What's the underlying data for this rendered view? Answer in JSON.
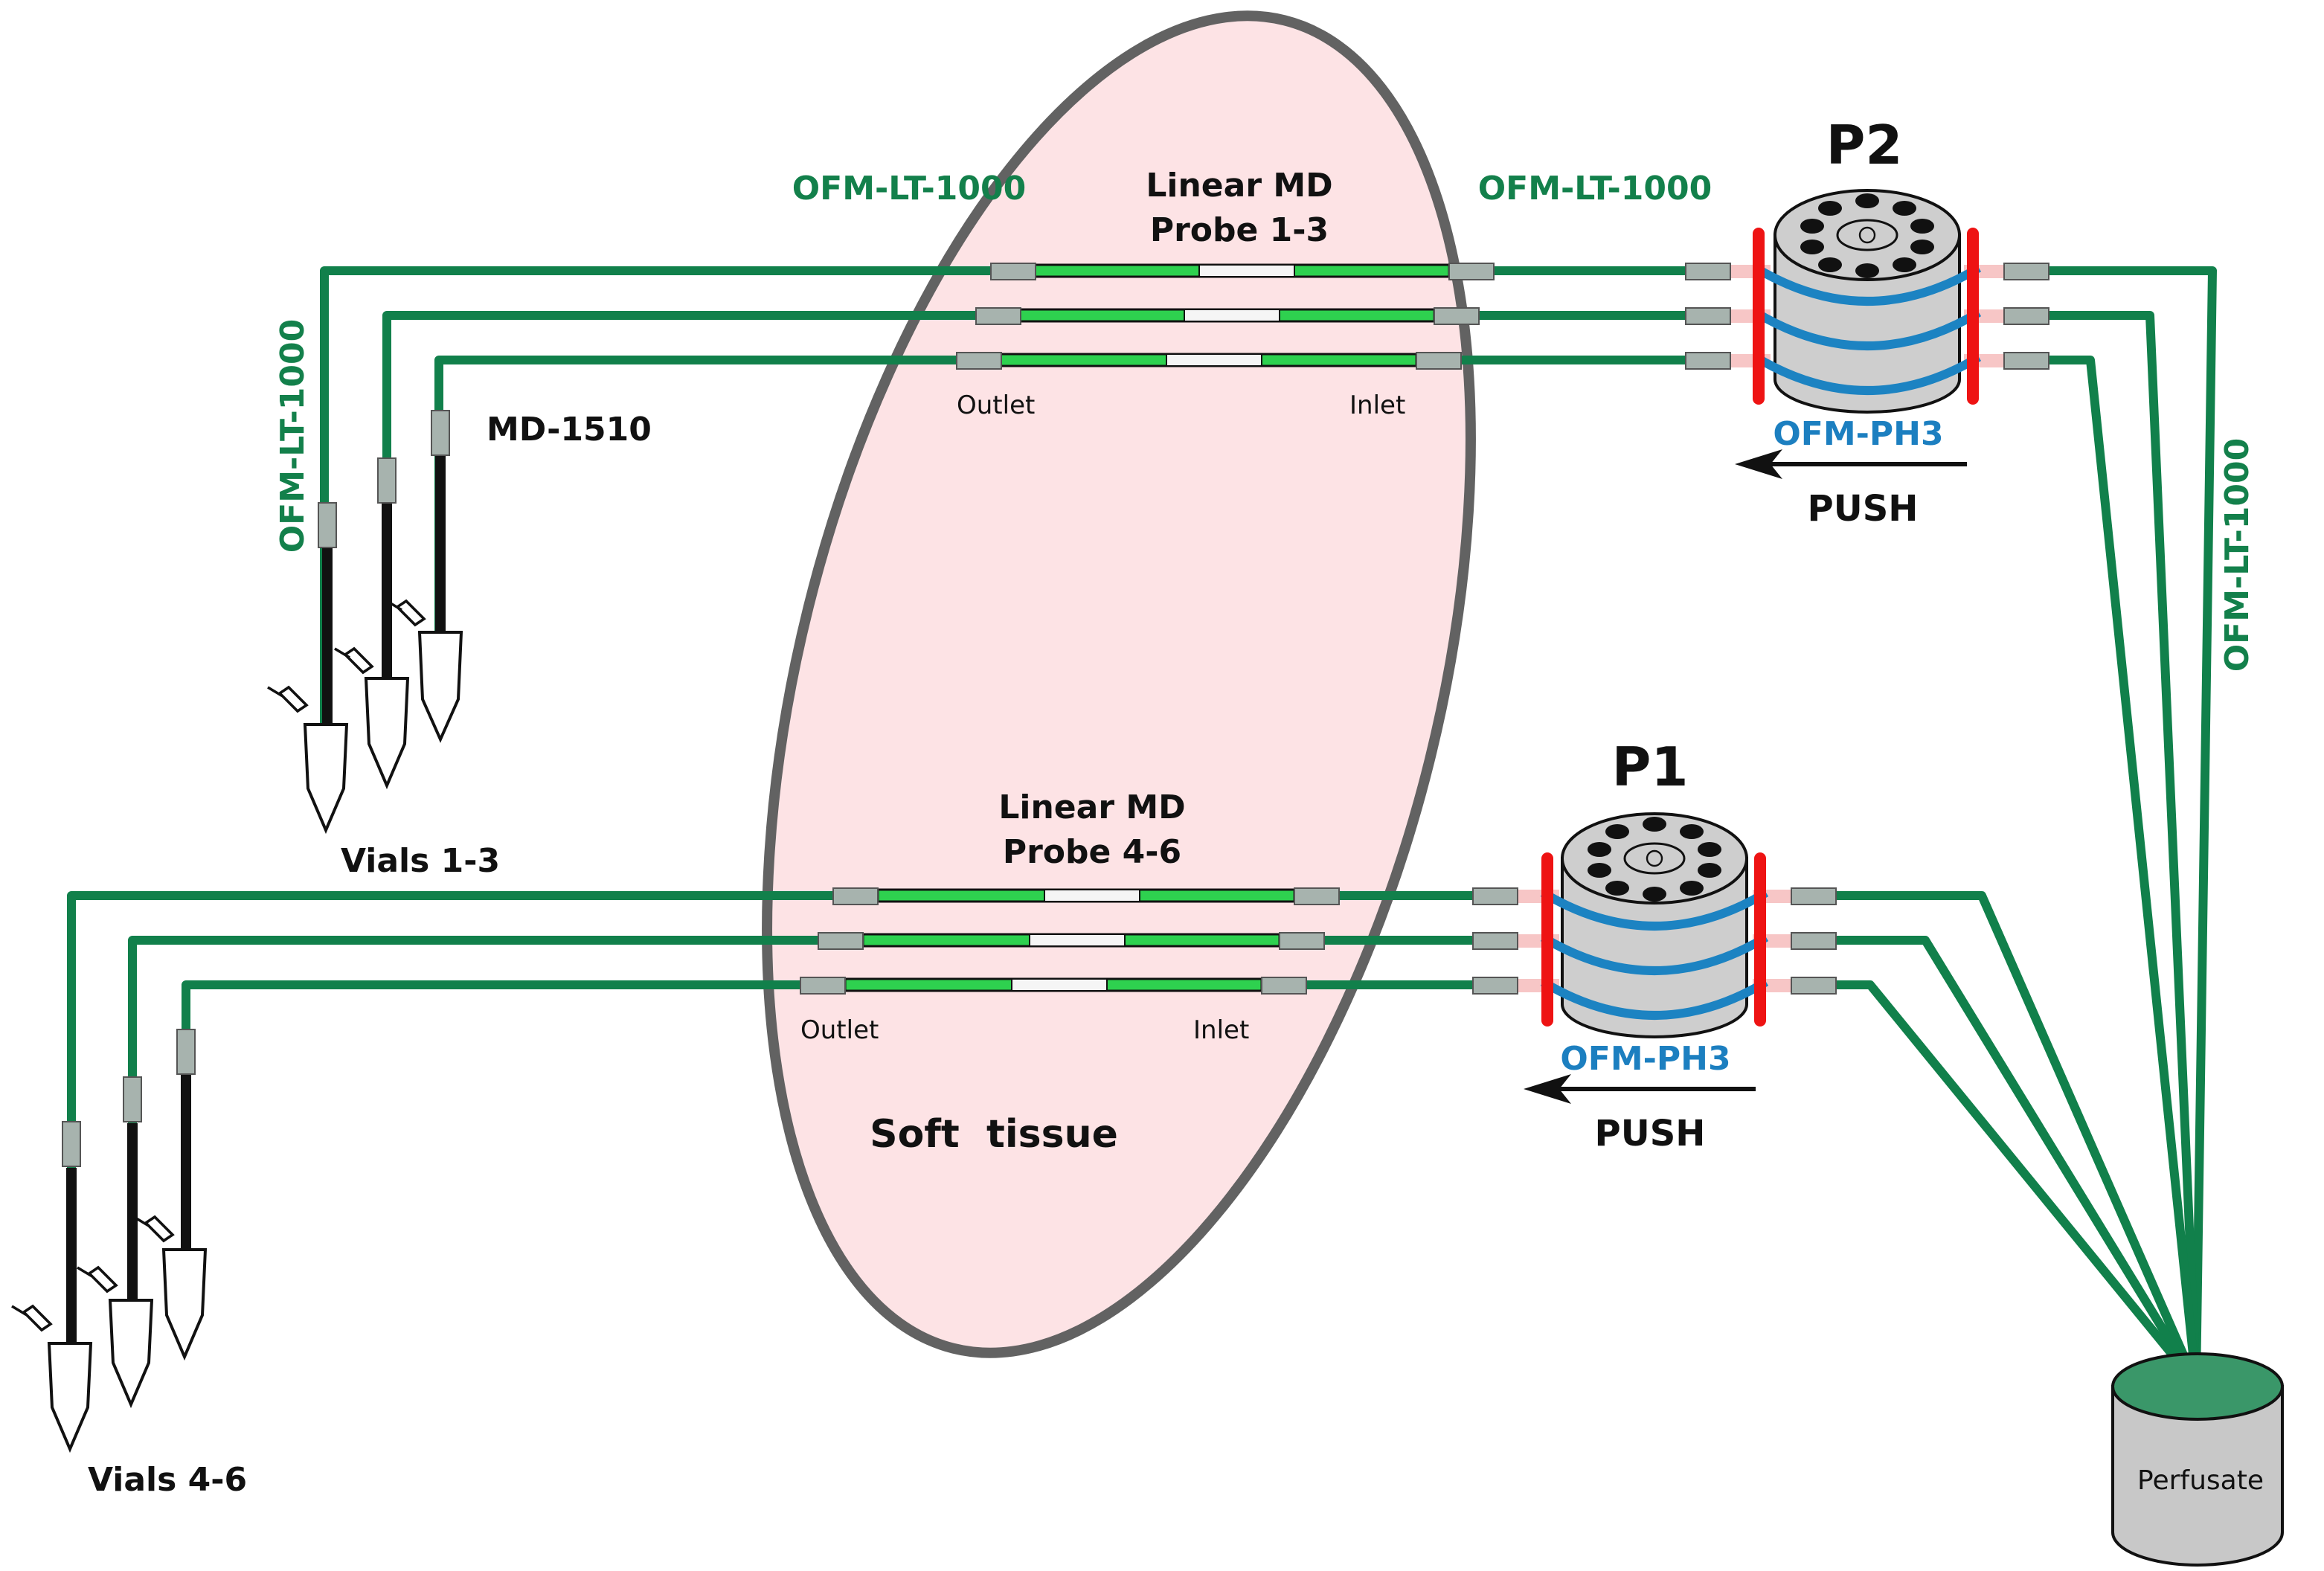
{
  "colors": {
    "tube": "#11804b",
    "probe_green": "#2ed14f",
    "tissue_fill": "#fde3e5",
    "tissue_edge": "#626262",
    "pump_blue": "#1c83c2",
    "pump_red": "#ee1313",
    "pump_body": "#cecece",
    "label_green": "#13804b",
    "label_blue": "#1c7fc0",
    "perfusate_fill": "#3a9769",
    "connector": "#a7b3ae"
  },
  "labels": {
    "ofm_lt_top_left": "OFM-LT-1000",
    "ofm_lt_top_right": "OFM-LT-1000",
    "ofm_lt_vertical_left": "OFM-LT-1000",
    "ofm_lt_vertical_right": "OFM-LT-1000",
    "probe_top_line1": "Linear MD",
    "probe_top_line2": "Probe 1-3",
    "probe_bottom_line1": "Linear MD",
    "probe_bottom_line2": "Probe 4-6",
    "md_1510": "MD-1510",
    "outlet_top": "Outlet",
    "inlet_top": "Inlet",
    "outlet_bottom": "Outlet",
    "inlet_bottom": "Inlet",
    "vials_top": "Vials 1-3",
    "vials_bottom": "Vials 4-6",
    "soft_tissue": "Soft  tissue",
    "pump_top": "P2",
    "pump_bottom": "P1",
    "pump_model_top": "OFM-PH3",
    "pump_model_bottom": "OFM-PH3",
    "push_top": "PUSH",
    "push_bottom": "PUSH",
    "perfusate": "Perfusate"
  },
  "icons": [
    "syringe-pump-icon",
    "vial-icon",
    "perfusate-container-icon",
    "arrow-left-icon"
  ]
}
